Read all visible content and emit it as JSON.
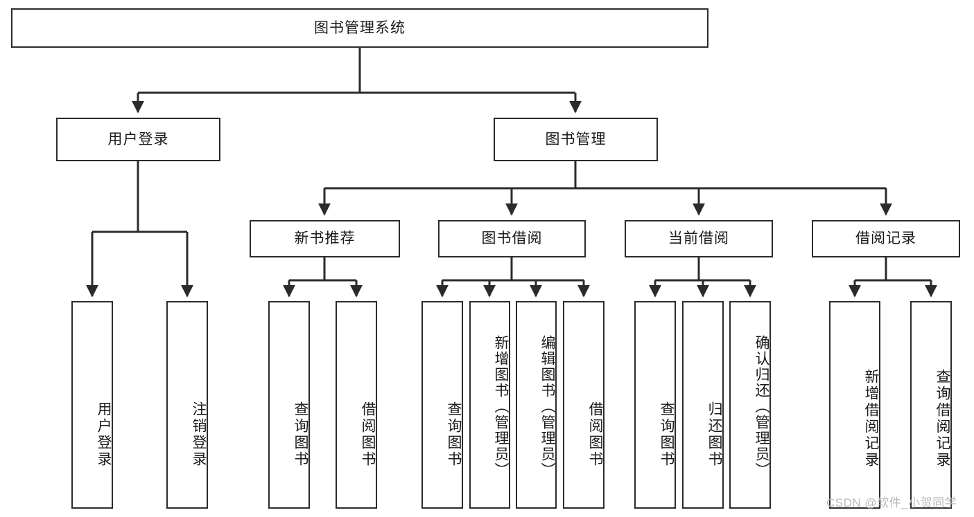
{
  "diagram": {
    "title": "图书管理系统",
    "type": "hierarchy-tree",
    "root": {
      "id": "root",
      "label": "图书管理系统"
    },
    "level2": [
      {
        "id": "user-login",
        "label": "用户登录"
      },
      {
        "id": "book-manage",
        "label": "图书管理"
      }
    ],
    "level3": [
      {
        "id": "new-book-recommend",
        "label": "新书推荐",
        "parent": "book-manage"
      },
      {
        "id": "book-borrow",
        "label": "图书借阅",
        "parent": "book-manage"
      },
      {
        "id": "current-borrow",
        "label": "当前借阅",
        "parent": "book-manage"
      },
      {
        "id": "borrow-record",
        "label": "借阅记录",
        "parent": "book-manage"
      }
    ],
    "leaves": {
      "user_login": [
        {
          "id": "leaf-user-login",
          "label": "用户登录"
        },
        {
          "id": "leaf-user-logout",
          "label": "注销登录"
        }
      ],
      "new_book_recommend": [
        {
          "id": "leaf-query-book-1",
          "label": "查询图书"
        },
        {
          "id": "leaf-borrow-book-1",
          "label": "借阅图书"
        }
      ],
      "book_borrow": [
        {
          "id": "leaf-query-book-2",
          "label": "查询图书"
        },
        {
          "id": "leaf-add-book",
          "label": "新增图书（管理员）"
        },
        {
          "id": "leaf-edit-book",
          "label": "编辑图书（管理员）"
        },
        {
          "id": "leaf-borrow-book-2",
          "label": "借阅图书"
        }
      ],
      "current_borrow": [
        {
          "id": "leaf-query-book-3",
          "label": "查询图书"
        },
        {
          "id": "leaf-return-book",
          "label": "归还图书"
        },
        {
          "id": "leaf-confirm-return",
          "label": "确认归还（管理员）"
        }
      ],
      "borrow_record": [
        {
          "id": "leaf-add-record",
          "label": "新增借阅记录"
        },
        {
          "id": "leaf-query-record",
          "label": "查询借阅记录"
        }
      ]
    },
    "colors": {
      "stroke": "#2b2b2b",
      "fill": "#ffffff",
      "text": "#1a1a1a",
      "watermark": "#b9b9b9"
    }
  },
  "watermark": {
    "text": "CSDN @软件_小贺同学"
  }
}
